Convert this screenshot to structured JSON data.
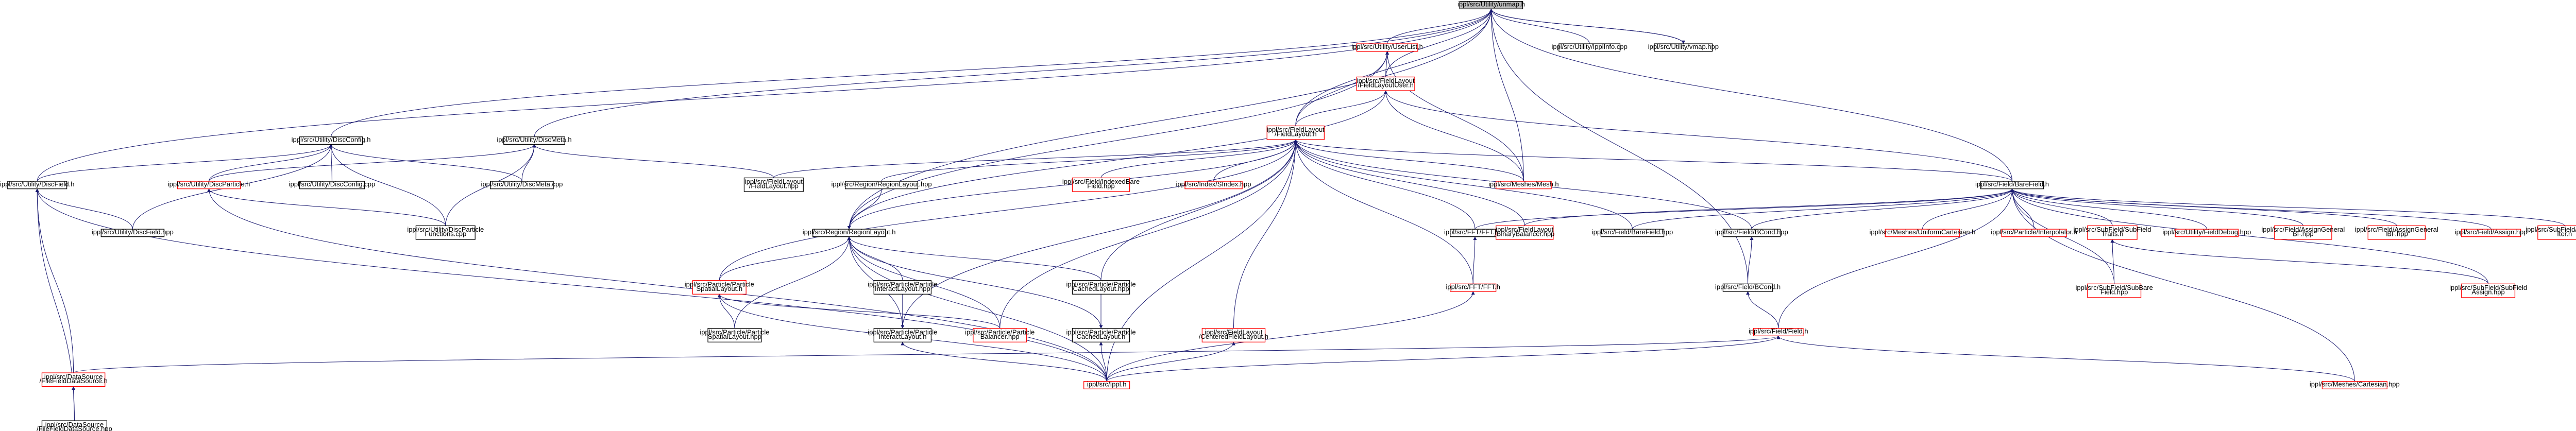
{
  "nodes": [
    {
      "id": "unimap_h",
      "lines": [
        "ippl/src/Utility/unmap.h"
      ],
      "style": "root"
    },
    {
      "id": "userlist_h",
      "lines": [
        "ippl/src/Utility/UserList.h"
      ],
      "style": "red"
    },
    {
      "id": "ipplinfo_cpp",
      "lines": [
        "ippl/src/Utility/IpplInfo.cpp"
      ],
      "style": "black"
    },
    {
      "id": "unimap_hpp",
      "lines": [
        "ippl/src/Utility/vmap.hpp"
      ],
      "style": "black"
    },
    {
      "id": "fieldlayoutuser_h",
      "lines": [
        "ippl/src/FieldLayout",
        "/FieldLayoutUser.h"
      ],
      "style": "red"
    },
    {
      "id": "fieldlayout_h",
      "lines": [
        "ippl/src/FieldLayout",
        "/FieldLayout.h"
      ],
      "style": "red"
    },
    {
      "id": "discconfig_h",
      "lines": [
        "ippl/src/Utility/DiscConfig.h"
      ],
      "style": "black"
    },
    {
      "id": "discmeta_h",
      "lines": [
        "ippl/src/Utility/DiscMeta.h"
      ],
      "style": "black"
    },
    {
      "id": "discfield_h",
      "lines": [
        "ippl/src/Utility/DiscField.h"
      ],
      "style": "black"
    },
    {
      "id": "discparticle_h",
      "lines": [
        "ippl/src/Utility/DiscParticle.h"
      ],
      "style": "red"
    },
    {
      "id": "discconfig_cpp",
      "lines": [
        "ippl/src/Utility/DiscConfig.cpp"
      ],
      "style": "black"
    },
    {
      "id": "discmeta_cpp",
      "lines": [
        "ippl/src/Utility/DiscMeta.cpp"
      ],
      "style": "black"
    },
    {
      "id": "fieldlayout_hpp",
      "lines": [
        "ippl/src/FieldLayout",
        "/FieldLayout.hpp"
      ],
      "style": "black"
    },
    {
      "id": "regionlayout_hpp",
      "lines": [
        "ippl/src/Region/RegionLayout.hpp"
      ],
      "style": "black"
    },
    {
      "id": "indexedbarefield_h",
      "lines": [
        "ippl/src/Field/IndexedBare",
        "Field.hpp"
      ],
      "style": "red"
    },
    {
      "id": "indexedsindex_h",
      "lines": [
        "ippl/src/Index/SIndex.hpp"
      ],
      "style": "red"
    },
    {
      "id": "meshesmesh_h",
      "lines": [
        "ippl/src/Meshes/Mesh.h"
      ],
      "style": "red"
    },
    {
      "id": "barefield_h",
      "lines": [
        "ippl/src/Field/BareField.h"
      ],
      "style": "black"
    },
    {
      "id": "discfield_hpp",
      "lines": [
        "ippl/src/Utility/DiscField.hpp"
      ],
      "style": "black"
    },
    {
      "id": "discparticlefunctions",
      "lines": [
        "ippl/src/Utility/DiscParticle",
        "Functions.cpp"
      ],
      "style": "black"
    },
    {
      "id": "regionlayout_h",
      "lines": [
        "ippl/src/Region/RegionLayout.h"
      ],
      "style": "black"
    },
    {
      "id": "fftfft_hpp",
      "lines": [
        "ippl/src/FFT/FFT.hpp"
      ],
      "style": "black"
    },
    {
      "id": "binarybalancer",
      "lines": [
        "ippl/src/FieldLayout",
        "/BinaryBalancer.hpp"
      ],
      "style": "red"
    },
    {
      "id": "barefield_hpp",
      "lines": [
        "ippl/src/Field/BareField.hpp"
      ],
      "style": "black"
    },
    {
      "id": "bcond_hpp",
      "lines": [
        "ippl/src/Field/BCond.hpp"
      ],
      "style": "black"
    },
    {
      "id": "uniformcartesian",
      "lines": [
        "ippl/src/Meshes/UniformCartesian.h"
      ],
      "style": "red"
    },
    {
      "id": "particleinterpolator",
      "lines": [
        "ippl/src/Particle/Interpolator.h"
      ],
      "style": "red"
    },
    {
      "id": "subfieldtraits",
      "lines": [
        "ippl/src/SubField/SubField",
        "Traits.h"
      ],
      "style": "red"
    },
    {
      "id": "fielddebug",
      "lines": [
        "ippl/src/Utility/FieldDebug.hpp"
      ],
      "style": "red"
    },
    {
      "id": "assigngeneralbf",
      "lines": [
        "ippl/src/Field/AssignGeneral",
        "BF.hpp"
      ],
      "style": "red"
    },
    {
      "id": "assigngeneralibf",
      "lines": [
        "ippl/src/Field/AssignGeneral",
        "IBF.hpp"
      ],
      "style": "red"
    },
    {
      "id": "fieldassign",
      "lines": [
        "ippl/src/Field/Assign.hpp"
      ],
      "style": "red"
    },
    {
      "id": "subfieldfor",
      "lines": [
        "ippl/src/SubField/SubField",
        "Iter.h"
      ],
      "style": "red"
    },
    {
      "id": "particlespatiallayout_h",
      "lines": [
        "ippl/src/Particle/Particle",
        "SpatialLayout.h"
      ],
      "style": "red"
    },
    {
      "id": "particleinteractlayout_hpp",
      "lines": [
        "ippl/src/Particle/Particle",
        "InteractLayout.hpp"
      ],
      "style": "black"
    },
    {
      "id": "particlecachedlayout_hpp",
      "lines": [
        "ippl/src/Particle/Particle",
        "CachedLayout.hpp"
      ],
      "style": "black"
    },
    {
      "id": "ffft_h",
      "lines": [
        "ippl/src/FFT/FFT.h"
      ],
      "style": "red"
    },
    {
      "id": "bcond_h",
      "lines": [
        "ippl/src/Field/BCond.h"
      ],
      "style": "black"
    },
    {
      "id": "subbarefield",
      "lines": [
        "ippl/src/SubField/SubBare",
        "Field.hpp"
      ],
      "style": "red"
    },
    {
      "id": "subfieldassign",
      "lines": [
        "ippl/src/SubField/SubField",
        "Assign.hpp"
      ],
      "style": "red"
    },
    {
      "id": "particlespatiallayout_hpp",
      "lines": [
        "ippl/src/Particle/Particle",
        "SpatialLayout.hpp"
      ],
      "style": "black"
    },
    {
      "id": "particleinteractlayout_h",
      "lines": [
        "ippl/src/Particle/Particle",
        "InteractLayout.h"
      ],
      "style": "black"
    },
    {
      "id": "particlebalancer",
      "lines": [
        "ippl/src/Particle/Particle",
        "Balancer.hpp"
      ],
      "style": "red"
    },
    {
      "id": "particlecachedlayout_h",
      "lines": [
        "ippl/src/Particle/Particle",
        "CachedLayout.h"
      ],
      "style": "black"
    },
    {
      "id": "centeredfieldlayout",
      "lines": [
        "ippl/src/FieldLayout",
        "/CenteredFieldLayout.h"
      ],
      "style": "red"
    },
    {
      "id": "field_h",
      "lines": [
        "ippl/src/Field/Field.h"
      ],
      "style": "red"
    },
    {
      "id": "filefielddatasource_h",
      "lines": [
        "ippl/src/DataSource",
        "/FileFieldDataSource.h"
      ],
      "style": "red"
    },
    {
      "id": "ippl_h",
      "lines": [
        "ippl/src/Ippl.h"
      ],
      "style": "red"
    },
    {
      "id": "meshescartesian",
      "lines": [
        "ippl/src/Meshes/Cartesian.hpp"
      ],
      "style": "red"
    },
    {
      "id": "filefielddatasource_hpp",
      "lines": [
        "ippl/src/DataSource",
        "/FileFieldDataSource.hpp"
      ],
      "style": "black"
    }
  ],
  "colors": {
    "edge": "#191970",
    "root_fill": "#bfbfbf",
    "red_border": "#ff0000",
    "black_border": "#000000",
    "text": "#000000"
  }
}
